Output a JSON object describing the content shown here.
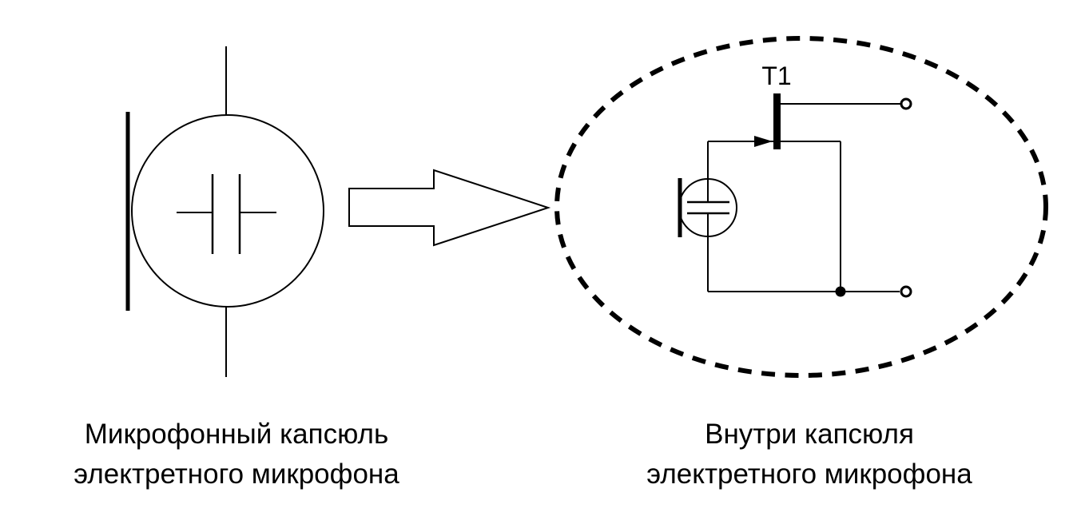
{
  "diagram": {
    "left_symbol": {
      "caption_line1": "Микрофонный капсюль",
      "caption_line2": "электретного микрофона"
    },
    "arrow": {
      "direction": "right"
    },
    "right_symbol": {
      "transistor_label": "T1",
      "caption_line1": "Внутри капсюля",
      "caption_line2": "электретного микрофона"
    },
    "colors": {
      "line": "#000000",
      "background": "#ffffff"
    }
  }
}
